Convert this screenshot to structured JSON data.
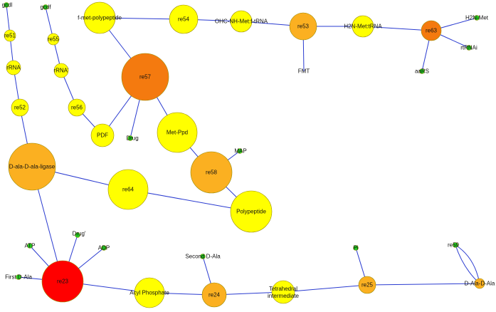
{
  "colors": {
    "edge": "#2a3bd0",
    "yellow": "#ffff00",
    "light_orange": "#fbb021",
    "orange": "#f47a0f",
    "red": "#ff0000",
    "green": "#22cc22"
  },
  "nodes": [
    {
      "id": "gcdl",
      "label": "gcdl",
      "color": "green"
    },
    {
      "id": "gcdf",
      "label": "gcdf",
      "color": "green"
    },
    {
      "id": "re51",
      "label": "re51",
      "color": "yellow"
    },
    {
      "id": "re55",
      "label": "re55",
      "color": "yellow"
    },
    {
      "id": "rRNA",
      "label": "rRNA",
      "color": "yellow"
    },
    {
      "id": "rRNA2",
      "label": "rRNA'",
      "color": "yellow"
    },
    {
      "id": "re52",
      "label": "re52",
      "color": "yellow"
    },
    {
      "id": "re56",
      "label": "re56",
      "color": "yellow"
    },
    {
      "id": "fmet",
      "label": "f-met-polypeptide",
      "color": "yellow"
    },
    {
      "id": "re54",
      "label": "re54",
      "color": "yellow"
    },
    {
      "id": "ohcnh",
      "label": "OHC-NH-Met:f-tRNA",
      "color": "yellow"
    },
    {
      "id": "re53",
      "label": "re53",
      "color": "light_orange"
    },
    {
      "id": "h2nmet",
      "label": "H2N-Met:tRNA",
      "color": "yellow"
    },
    {
      "id": "re63",
      "label": "re63",
      "color": "orange"
    },
    {
      "id": "h2nmet2",
      "label": "H2N-Met",
      "color": "green"
    },
    {
      "id": "rtrnai",
      "label": "rtRNAi",
      "color": "green"
    },
    {
      "id": "aars",
      "label": "aaRS",
      "color": "green"
    },
    {
      "id": "fmt",
      "label": "FMT",
      "color": "green"
    },
    {
      "id": "re57",
      "label": "re57",
      "color": "orange"
    },
    {
      "id": "pdf",
      "label": "PDF",
      "color": "yellow"
    },
    {
      "id": "drug",
      "label": "Drug",
      "color": "green"
    },
    {
      "id": "metppd",
      "label": "Met-Ppd",
      "color": "yellow"
    },
    {
      "id": "re58",
      "label": "re58",
      "color": "light_orange"
    },
    {
      "id": "map",
      "label": "MAP",
      "color": "green"
    },
    {
      "id": "polypeptide",
      "label": "Polypeptide",
      "color": "yellow"
    },
    {
      "id": "ddal",
      "label": "D-ala-D-ala-ligase",
      "color": "light_orange"
    },
    {
      "id": "re64",
      "label": "re64",
      "color": "yellow"
    },
    {
      "id": "re23",
      "label": "re23",
      "color": "red"
    },
    {
      "id": "drug2",
      "label": "Drug'",
      "color": "green"
    },
    {
      "id": "atp",
      "label": "ATP",
      "color": "green"
    },
    {
      "id": "adp",
      "label": "ADP",
      "color": "green"
    },
    {
      "id": "firstdala",
      "label": "First D-Ala",
      "color": "green"
    },
    {
      "id": "acylp",
      "label": "Acyl Phosphate",
      "color": "yellow"
    },
    {
      "id": "re24",
      "label": "re24",
      "color": "light_orange"
    },
    {
      "id": "seconddala",
      "label": "Second D-Ala",
      "color": "green"
    },
    {
      "id": "tetra",
      "label": "Tetrahedral intermediate",
      "color": "yellow"
    },
    {
      "id": "re25",
      "label": "re25",
      "color": "light_orange"
    },
    {
      "id": "pi",
      "label": "Pi",
      "color": "green"
    },
    {
      "id": "re59",
      "label": "re59",
      "color": "green"
    },
    {
      "id": "dalaDala",
      "label": "D-Ala-D-Ala",
      "color": "light_orange"
    }
  ],
  "edges": [
    [
      "gcdl",
      "re51"
    ],
    [
      "re51",
      "rRNA"
    ],
    [
      "rRNA",
      "re52"
    ],
    [
      "re52",
      "ddal"
    ],
    [
      "gcdf",
      "re55"
    ],
    [
      "re55",
      "rRNA2"
    ],
    [
      "rRNA2",
      "re56"
    ],
    [
      "re56",
      "pdf"
    ],
    [
      "fmet",
      "re57"
    ],
    [
      "re57",
      "pdf"
    ],
    [
      "re57",
      "drug"
    ],
    [
      "re57",
      "metppd"
    ],
    [
      "metppd",
      "re58"
    ],
    [
      "re58",
      "map"
    ],
    [
      "re58",
      "polypeptide"
    ],
    [
      "fmet",
      "re54"
    ],
    [
      "re54",
      "ohcnh"
    ],
    [
      "ohcnh",
      "re53"
    ],
    [
      "re53",
      "fmt"
    ],
    [
      "re53",
      "h2nmet"
    ],
    [
      "h2nmet",
      "re63"
    ],
    [
      "re63",
      "h2nmet2"
    ],
    [
      "re63",
      "rtrnai"
    ],
    [
      "re63",
      "aars"
    ],
    [
      "ddal",
      "re64"
    ],
    [
      "re64",
      "polypeptide"
    ],
    [
      "ddal",
      "re23"
    ],
    [
      "re23",
      "drug2"
    ],
    [
      "re23",
      "atp"
    ],
    [
      "re23",
      "adp"
    ],
    [
      "re23",
      "firstdala"
    ],
    [
      "re23",
      "acylp"
    ],
    [
      "acylp",
      "re24"
    ],
    [
      "re24",
      "seconddala"
    ],
    [
      "re24",
      "tetra"
    ],
    [
      "tetra",
      "re25"
    ],
    [
      "re25",
      "pi"
    ],
    [
      "re25",
      "dalaDala"
    ],
    [
      "re59",
      "dalaDala"
    ],
    [
      "re59",
      "dalaDala"
    ]
  ]
}
